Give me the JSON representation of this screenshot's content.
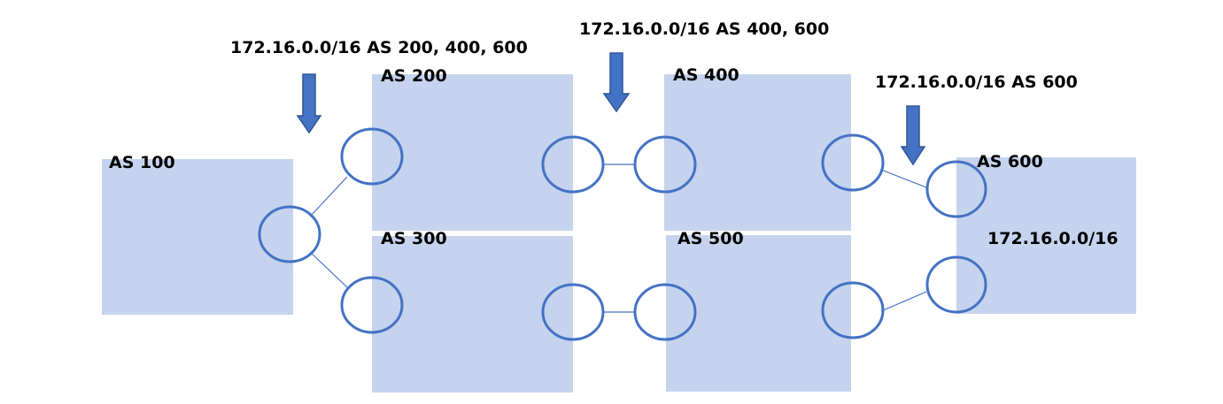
{
  "colors": {
    "as_box": "#c5d3ee",
    "router": "#4472c4",
    "arrow": "#4472c4",
    "text": "#000000"
  },
  "autonomous_systems": [
    {
      "id": "as100",
      "label": "AS 100"
    },
    {
      "id": "as200",
      "label": "AS 200"
    },
    {
      "id": "as300",
      "label": "AS 300"
    },
    {
      "id": "as400",
      "label": "AS 400"
    },
    {
      "id": "as500",
      "label": "AS 500"
    },
    {
      "id": "as600",
      "label": "AS 600",
      "prefix": "172.16.0.0/16"
    }
  ],
  "advertisements": [
    {
      "id": "adv-to-as100",
      "text": "172.16.0.0/16 AS 200, 400, 600"
    },
    {
      "id": "adv-to-as200",
      "text": "172.16.0.0/16 AS 400, 600"
    },
    {
      "id": "adv-to-as400",
      "text": "172.16.0.0/16 AS 600"
    }
  ],
  "links": [
    {
      "from": "as100",
      "to": "as200"
    },
    {
      "from": "as100",
      "to": "as300"
    },
    {
      "from": "as200",
      "to": "as400"
    },
    {
      "from": "as300",
      "to": "as500"
    },
    {
      "from": "as400",
      "to": "as600"
    },
    {
      "from": "as500",
      "to": "as600"
    }
  ]
}
